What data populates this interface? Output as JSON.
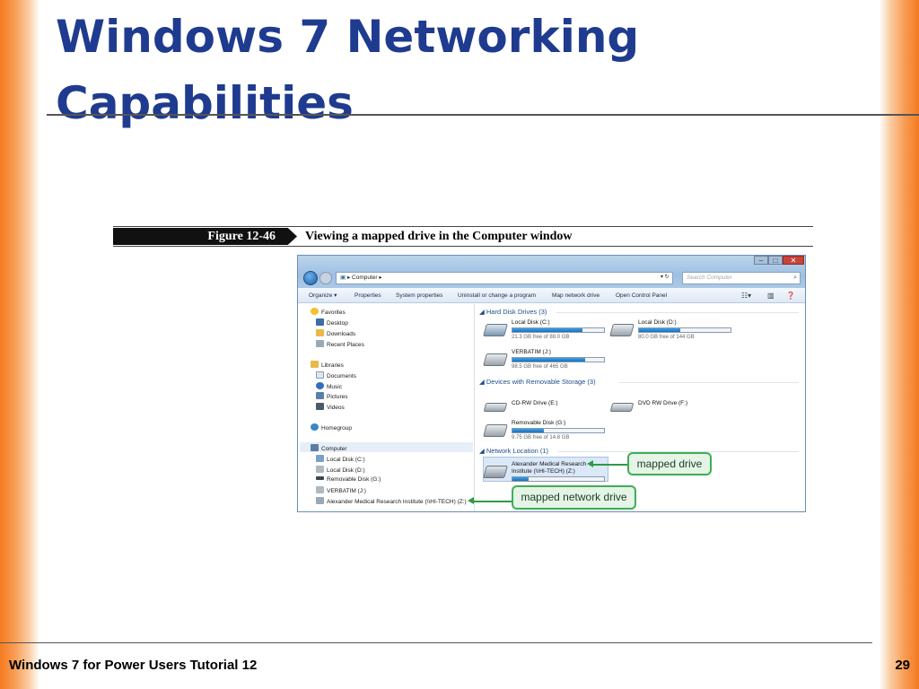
{
  "slide": {
    "title_line1": "Windows 7 Networking",
    "title_line2": "Capabilities",
    "footer": "Windows 7 for Power Users Tutorial 12",
    "page_number": "29",
    "accent_color": "#f47a20",
    "title_color": "#1f3b8f"
  },
  "figure": {
    "label": "Figure 12-46",
    "caption": "Viewing a mapped drive in the Computer window"
  },
  "window": {
    "address": "▸ Computer ▸",
    "search_placeholder": "Search Computer",
    "toolbar": {
      "organize": "Organize ▾",
      "properties": "Properties",
      "system_properties": "System properties",
      "uninstall": "Uninstall or change a program",
      "map_drive": "Map network drive",
      "control_panel": "Open Control Panel"
    },
    "nav": {
      "favorites": "Favorites",
      "desktop": "Desktop",
      "downloads": "Downloads",
      "recent_places": "Recent Places",
      "libraries": "Libraries",
      "documents": "Documents",
      "music": "Music",
      "pictures": "Pictures",
      "videos": "Videos",
      "homegroup": "Homegroup",
      "computer": "Computer",
      "local_c": "Local Disk (C:)",
      "local_d": "Local Disk (D:)",
      "removable_g": "Removable Disk (G:)",
      "verbatim_j": "VERBATIM (J:)",
      "network_z": "Alexander Medical Research Institute (\\\\HI-TECH) (Z:)"
    },
    "content": {
      "hdd_header": "Hard Disk Drives (3)",
      "removable_header": "Devices with Removable Storage (3)",
      "network_header": "Network Location (1)",
      "drive_c": {
        "name": "Local Disk (C:)",
        "free": "21.3 GB free of 88.0 GB",
        "used_fraction": 0.76
      },
      "drive_d": {
        "name": "Local Disk (D:)",
        "free": "80.0 GB free of 144 GB",
        "used_fraction": 0.45
      },
      "drive_j": {
        "name": "VERBATIM (J:)",
        "free": "98.5 GB free of 465 GB",
        "used_fraction": 0.79
      },
      "drive_e": {
        "name": "CD-RW Drive (E:)"
      },
      "drive_f": {
        "name": "DVD RW Drive (F:)"
      },
      "drive_g": {
        "name": "Removable Disk (G:)",
        "free": "9.75 GB free of 14.8 GB",
        "used_fraction": 0.34
      },
      "drive_z": {
        "name_line1": "Alexander Medical Research",
        "name_line2": "Institute (\\\\HI-TECH) (Z:)",
        "used_fraction": 0.18
      }
    }
  },
  "callouts": {
    "mapped_drive": "mapped drive",
    "mapped_network_drive": "mapped network drive"
  }
}
